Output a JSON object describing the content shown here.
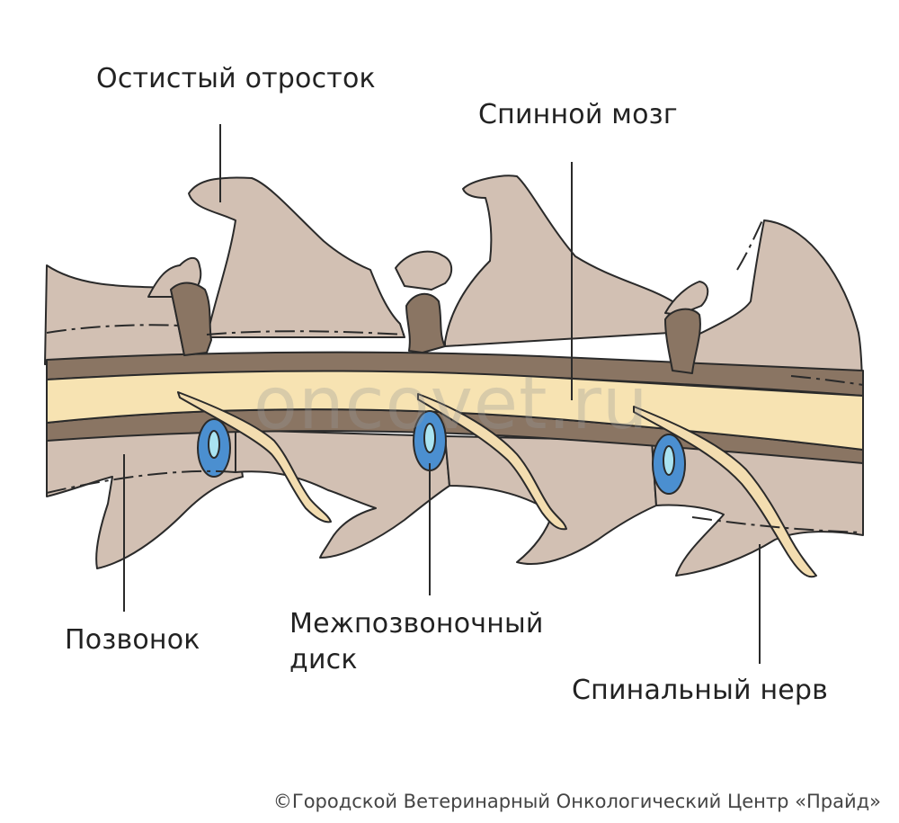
{
  "labels": {
    "spinous_process": "Остистый отросток",
    "spinal_cord": "Спинной мозг",
    "vertebra": "Позвонок",
    "intervertebral_disc": "Межпозвоночный\nдиск",
    "spinal_nerve": "Спинальный нерв"
  },
  "watermark": "oncovet.ru",
  "copyright": "©Городской Ветеринарный Онкологический Центр «Прайд»",
  "colors": {
    "bone": "#d2c0b3",
    "ligament": "#8a7563",
    "spinal_cord": "#f7e3b2",
    "disc_outer": "#4b8fd0",
    "disc_inner": "#a9e3f1",
    "nerve": "#f3ddb0",
    "outline": "#2a2a2a"
  }
}
